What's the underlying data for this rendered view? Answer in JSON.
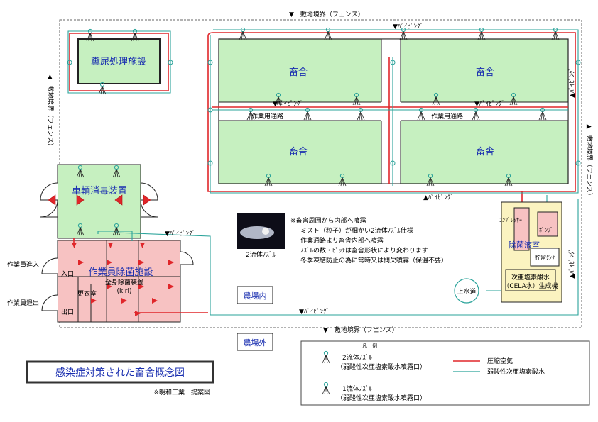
{
  "boundary": {
    "top": "▼　敷地境界（フェンス）",
    "bottom": "▼　敷地境界（フェンス）",
    "left": "◀　敷地境界（フェンス）",
    "right": "▲　敷地境界（フェンス）"
  },
  "piping": {
    "top": "▼ﾊﾟｲﾋﾟﾝｸﾞ",
    "mid_left": "▼ﾊﾟｲﾋﾟﾝｸﾞ",
    "mid_right": "▼ﾊﾟｲﾋﾟﾝｸﾞ",
    "lower": "▲ﾊﾟｲﾋﾟﾝｸﾞ",
    "left": "▼ﾊﾟｲﾋﾟﾝｸﾞ",
    "bottom": "▼ﾊﾟｲﾋﾟﾝｸﾞ",
    "right_upper": "▲ﾊﾟｲﾋﾟﾝｸﾞ",
    "right_lower": "▲ﾊﾟｲﾋﾟﾝｸﾞ"
  },
  "manure": "糞尿処理施設",
  "barns": [
    "畜舎",
    "畜舎",
    "畜舎",
    "畜舎"
  ],
  "work_roads": [
    "作業用通路",
    "作業用通路"
  ],
  "vehicle": "車輌消毒装置",
  "worker": {
    "title": "作業員除菌施設",
    "device": "全身除菌装置",
    "device_sub": "(kiri)",
    "locker": "更衣室",
    "entrance": "入口",
    "exit": "出口",
    "in_label": "作業員進入",
    "out_label": "作業員退出"
  },
  "nozzle_photo_caption": "2流体ﾉｽﾞﾙ",
  "notes": [
    "※畜舎周囲から内部へ噴霧",
    "ミスト（粒子）が細かい2流体ﾉｽﾞﾙ仕様",
    "作業通路より畜舎内部へ噴霧",
    "ﾉｽﾞﾙの数・ﾋﾟｯﾁは畜舎形状により変わります",
    "冬季凍結防止の為に常時又は間欠噴霧（保温不要）"
  ],
  "inside_farm": "農場内",
  "outside_farm": "農場外",
  "sterilizer": {
    "title": "除菌液室",
    "compressor": "ｺﾝﾌﾟﾚｯｻｰ",
    "pump": "ﾎﾟﾝﾌﾟ",
    "tank": "貯留ﾀﾝｸ",
    "generator": "次亜塩素酸水",
    "generator2": "（CELA水）生成機",
    "water": "上水道"
  },
  "legend": {
    "title": "凡　例",
    "two_fluid": "2流体ﾉｽﾞﾙ",
    "two_fluid_sub": "（弱酸性次亜塩素酸水噴霧口）",
    "one_fluid": "1流体ﾉｽﾞﾙ",
    "one_fluid_sub": "（弱酸性次亜塩素酸水噴霧口）",
    "air": "圧縮空気",
    "acid": "弱酸性次亜塩素酸水",
    "air_color": "#e0262a",
    "acid_color": "#2aa39a"
  },
  "main_title": "感染症対策された畜舎概念図",
  "credit": "※明和工業　提案図"
}
